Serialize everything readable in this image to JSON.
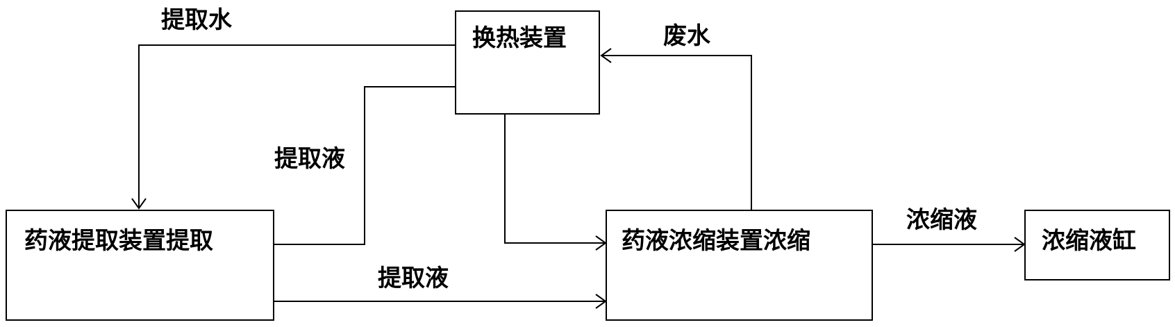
{
  "nodes": {
    "heat_exchanger": "换热装置",
    "extractor": "药液提取装置提取",
    "concentrator": "药液浓缩装置浓缩",
    "concentrate_tank": "浓缩液缸"
  },
  "edges": {
    "extraction_water": "提取水",
    "waste_water": "废水",
    "extract_upper": "提取液",
    "extract_lower": "提取液",
    "concentrate": "浓缩液"
  }
}
